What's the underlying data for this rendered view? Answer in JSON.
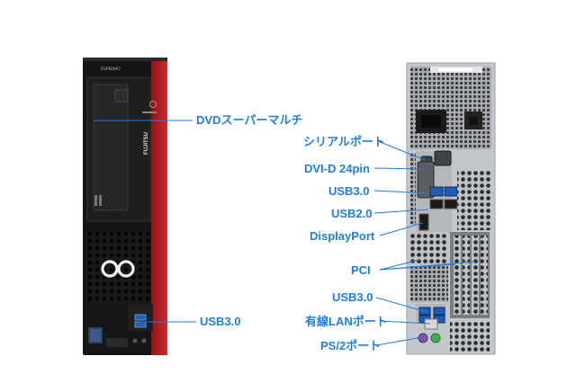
{
  "front_pc": {
    "brand_text": "ESPRIMO",
    "logo_text": "FUJITSU",
    "colors": {
      "body": "#151515",
      "accent": "#c8262a",
      "label": "#1f7fe0"
    }
  },
  "labels": {
    "dvd": "DVDスーパーマルチ",
    "usb_front": "USB3.0",
    "serial": "シリアルポート",
    "dvi": "DVI-D 24pin",
    "usb30_rear_top": "USB3.0",
    "usb20": "USB2.0",
    "displayport": "DisplayPort",
    "pci": "PCI",
    "usb30_rear_bottom": "USB3.0",
    "lan": "有線LANポート",
    "ps2": "PS/2ポート"
  }
}
